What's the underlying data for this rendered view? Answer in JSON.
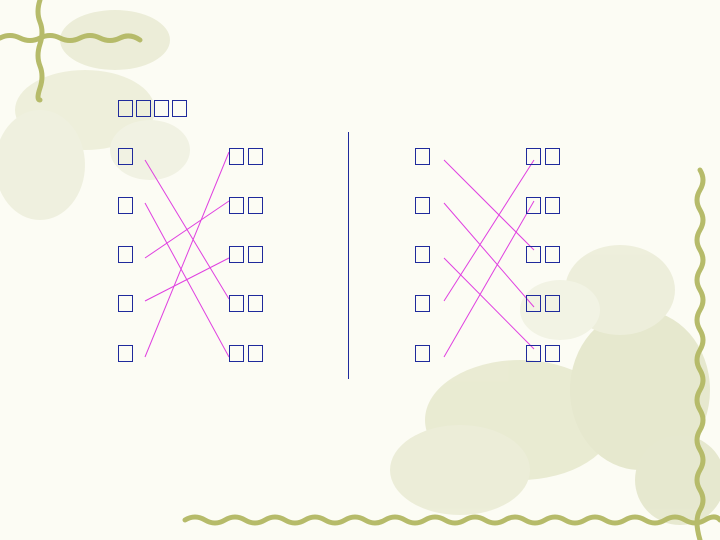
{
  "slide": {
    "title_glyphs": 4,
    "left_panel": {
      "single_chars": 5,
      "words": 5,
      "glyphs_per_word": 2,
      "pairs": [
        [
          0,
          3
        ],
        [
          1,
          4
        ],
        [
          2,
          1
        ],
        [
          3,
          2
        ],
        [
          4,
          0
        ]
      ]
    },
    "right_panel": {
      "single_chars": 5,
      "words": 5,
      "glyphs_per_word": 2,
      "pairs": [
        [
          0,
          2
        ],
        [
          1,
          3
        ],
        [
          2,
          4
        ],
        [
          3,
          0
        ],
        [
          4,
          1
        ]
      ]
    },
    "colors": {
      "glyph_outline": "#1f2a9c",
      "connector_line": "#e040e0",
      "divider": "#1f2a9c",
      "background": "#fcfcf4",
      "vine": "#b6bb6a"
    }
  }
}
